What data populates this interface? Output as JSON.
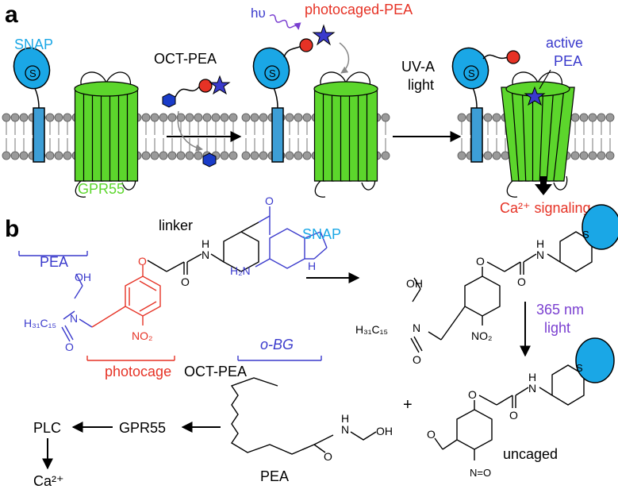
{
  "panel_a": {
    "letter": "a",
    "snap": "SNAP",
    "s": "S",
    "gpr55": "GPR55",
    "oct_pea": "OCT-PEA",
    "hv": "hυ",
    "photocaged": "photocaged",
    "pea_suffix": "-PEA",
    "uva_line1": "UV-A",
    "uva_line2": "light",
    "active_line1": "active",
    "active_line2": "PEA",
    "ca_signaling": "Ca²⁺ signaling"
  },
  "panel_b": {
    "letter": "b",
    "pea_label": "PEA",
    "linker": "linker",
    "photocage": "photocage",
    "obg": "o-BG",
    "oct_pea": "OCT-PEA",
    "snap": "SNAP",
    "nm_line1": "365 nm",
    "nm_line2": "light",
    "uncaged": "uncaged",
    "pea": "PEA",
    "plc": "PLC",
    "gpr55": "GPR55",
    "ca": "Ca²⁺",
    "plus": "+",
    "atoms": {
      "o": "O",
      "oh": "OH",
      "h": "H",
      "n": "N",
      "nh": "N",
      "n_h": "H",
      "h2n": "H₂N",
      "no2": "NO₂",
      "h31c15": "H₃₁C₁₅",
      "s": "S",
      "ald_o": "O",
      "nitroso": "N=O"
    }
  },
  "colors": {
    "snap": "#1aa7e6",
    "gpr55": "#5cd62c",
    "photocage": "#e63225",
    "pea": "#3a3acc",
    "black": "#000000",
    "membrane_head": "#9a9a9a",
    "transmem": "#3d9ed6",
    "hv": "#7a3fd0"
  }
}
